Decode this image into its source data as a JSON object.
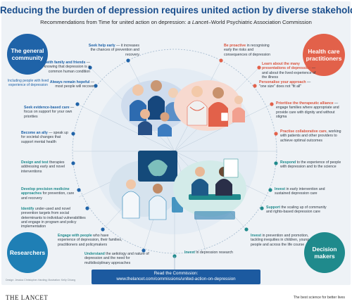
{
  "title": "Reducing the burden of depression requires united action by diverse stakeholders",
  "subtitle_a": "Recommendations from Time for united action on depression: ",
  "subtitle_b": "a Lancet",
  "subtitle_c": "–World Psychiatric Association Commission",
  "community": {
    "title": "The general community",
    "sub": "Including people with lived experience of depression",
    "color": "#1f63a8"
  },
  "practitioners": {
    "title": "Health care practitioners",
    "color": "#e2614a"
  },
  "researchers": {
    "title": "Researchers",
    "color": "#1f7fb5"
  },
  "decision": {
    "title": "Decision makers",
    "color": "#1f8a8c"
  },
  "labels": {
    "l1": {
      "hl": "Seek help early",
      "rest": " — it increases the chances of prevention and recovery"
    },
    "l2": {
      "hl": "Talk with family and friends",
      "rest": " — knowing that depression is a common human condition"
    },
    "l3": {
      "hl": "Always remain hopeful",
      "rest": " — most people will recover"
    },
    "l4": {
      "hl": "Seek evidence-based care",
      "rest": " — focus on support for your own priorities"
    },
    "l5": {
      "hl": "Become an ally",
      "rest": " — speak up for societal changes that support mental health"
    },
    "l6": {
      "hl": "Design and test",
      "rest": " therapies addressing early and novel interventions"
    },
    "l7": {
      "hl": "Develop precision medicine approaches",
      "rest": " for prevention, care and recovery"
    },
    "l8": {
      "hl": "Identify",
      "rest": " under-used and novel prevention targets from social determinants to individual vulnerabilities and engage in program and policy implementation"
    },
    "l9": {
      "hl": "Engage with people",
      "rest": " who have experience of depression, their families, practitioners and policymakers"
    },
    "l10": {
      "hl": "Understand",
      "rest": " the aetiology and nature of depression and the need for multidisciplinary approaches"
    },
    "r1": {
      "hl": "Be proactive",
      "rest": " in recognising early the risks and consequences of depression"
    },
    "r2": {
      "hl": "Learn about the many presentations of depression",
      "rest": " — and about the lived experience of the illness"
    },
    "r3": {
      "hl": "Personalise your approach",
      "rest": " — \"one size\" does not \"fit all\""
    },
    "r4": {
      "hl": "Prioritise the therapeutic alliance",
      "rest": " — engage families where appropriate and provide care with dignity and without stigma"
    },
    "r5": {
      "hl": "Practise collaborative care",
      "rest": ", working with patients and other providers to achieve optimal outcomes"
    },
    "r6": {
      "hl": "Respond",
      "rest": " to the experience of people with depression and to the science"
    },
    "r7": {
      "hl": "Invest",
      "rest": " in early intervention and sustained depression care"
    },
    "r8": {
      "hl": "Support",
      "rest": " the scaling up of community and rights-based depression care"
    },
    "r9": {
      "hl": "Invest",
      "rest": " in prevention and promotion, tackling inequities in children, young people and across the life course"
    },
    "b1": {
      "hl": "Invest",
      "rest": " in depression research"
    }
  },
  "read": {
    "line1": "Read the Commission:",
    "line2": "www.thelancet.com/commissions/united-action-on-depression"
  },
  "credit": "Design: Jessica Christopher-Harding; Illustration: Kelly Chiang",
  "footer": {
    "logo": "THE LANCET",
    "tagline": "The best science for better lives"
  }
}
